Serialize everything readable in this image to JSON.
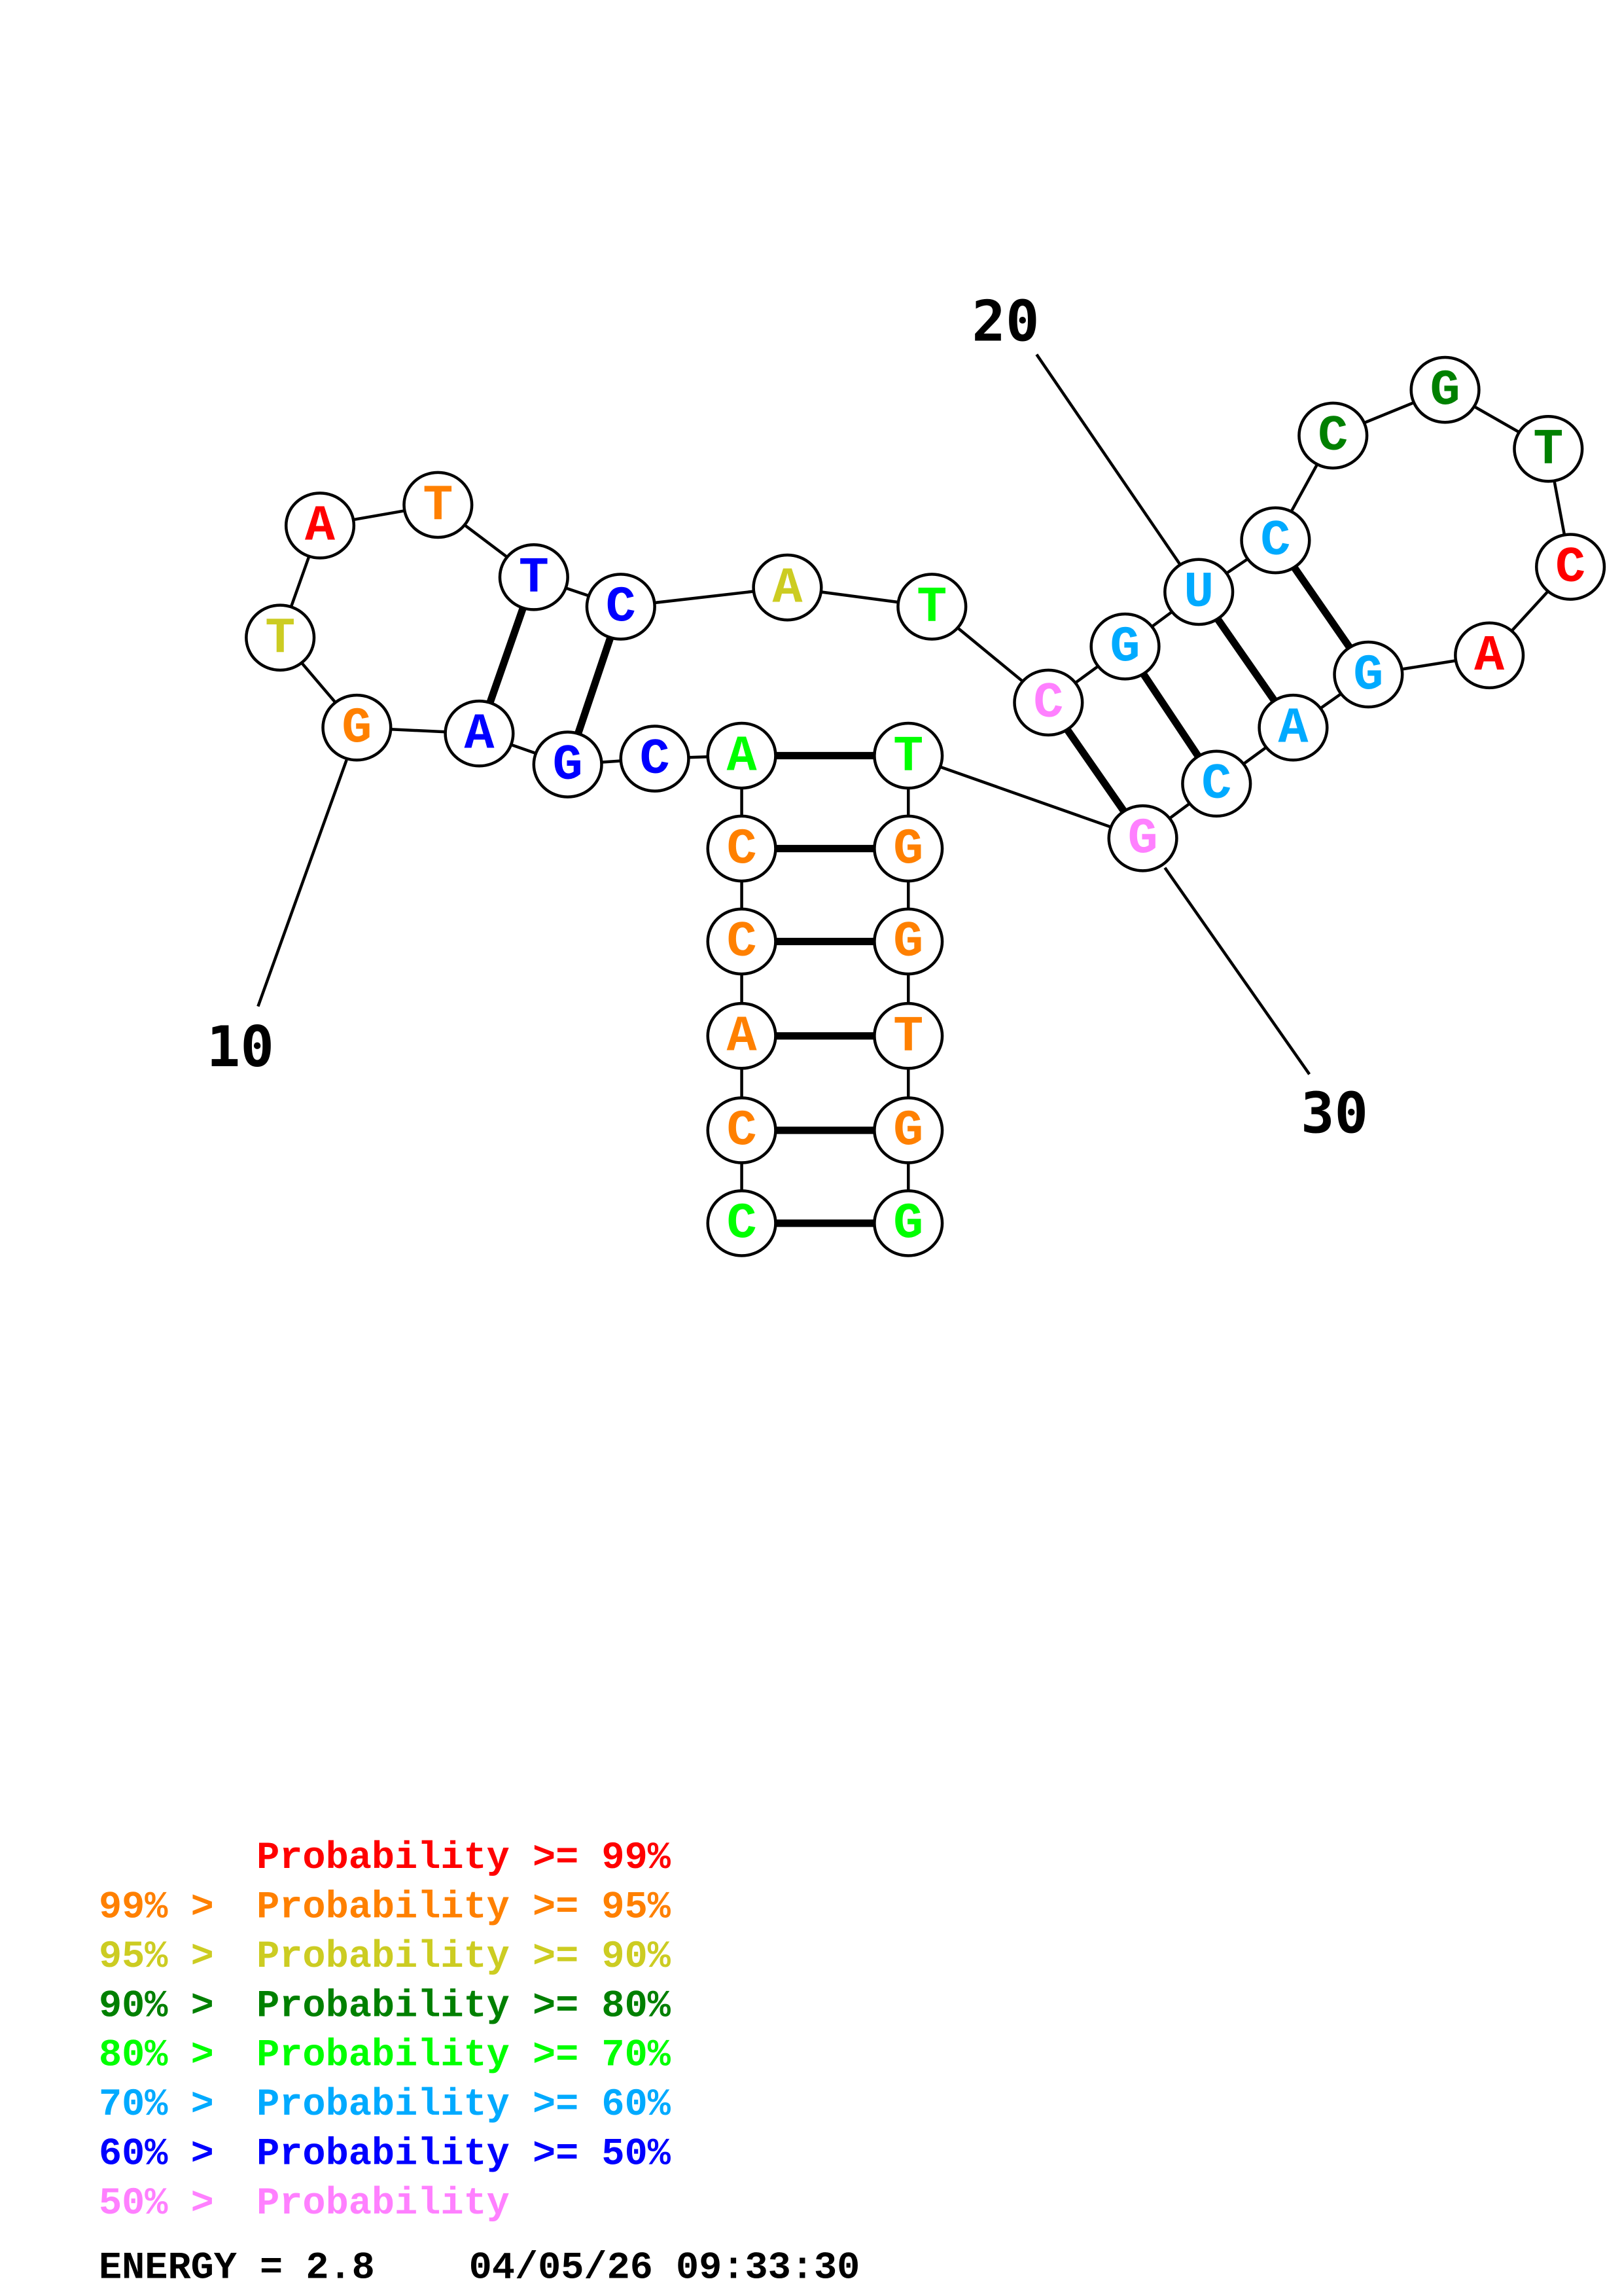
{
  "colors": {
    "p99": "#ff0000",
    "p95": "#ff8000",
    "p90": "#cccc22",
    "p80": "#008000",
    "p70": "#00ff00",
    "p60": "#00aaff",
    "p50": "#0000ff",
    "plow": "#ff80ff"
  },
  "nodes": [
    {
      "base": "G",
      "cls": "p95"
    },
    {
      "base": "T",
      "cls": "p90"
    },
    {
      "base": "A",
      "cls": "p99"
    },
    {
      "base": "T",
      "cls": "p95"
    },
    {
      "base": "T",
      "cls": "p50"
    },
    {
      "base": "C",
      "cls": "p50"
    },
    {
      "base": "A",
      "cls": "p90"
    },
    {
      "base": "T",
      "cls": "p70"
    },
    {
      "base": "C",
      "cls": "plow"
    },
    {
      "base": "G",
      "cls": "p60"
    },
    {
      "base": "U",
      "cls": "p60"
    },
    {
      "base": "C",
      "cls": "p60"
    },
    {
      "base": "C",
      "cls": "p80"
    },
    {
      "base": "G",
      "cls": "p80"
    },
    {
      "base": "T",
      "cls": "p80"
    },
    {
      "base": "C",
      "cls": "p99"
    },
    {
      "base": "A",
      "cls": "p99"
    },
    {
      "base": "G",
      "cls": "p60"
    },
    {
      "base": "A",
      "cls": "p60"
    },
    {
      "base": "C",
      "cls": "p60"
    },
    {
      "base": "G",
      "cls": "plow"
    },
    {
      "base": "A",
      "cls": "p50"
    },
    {
      "base": "G",
      "cls": "p50"
    },
    {
      "base": "C",
      "cls": "p50"
    },
    {
      "base": "A",
      "cls": "p70"
    },
    {
      "base": "C",
      "cls": "p95"
    },
    {
      "base": "C",
      "cls": "p95"
    },
    {
      "base": "A",
      "cls": "p95"
    },
    {
      "base": "C",
      "cls": "p95"
    },
    {
      "base": "C",
      "cls": "p70"
    },
    {
      "base": "T",
      "cls": "p70"
    },
    {
      "base": "G",
      "cls": "p95"
    },
    {
      "base": "G",
      "cls": "p95"
    },
    {
      "base": "T",
      "cls": "p95"
    },
    {
      "base": "G",
      "cls": "p95"
    },
    {
      "base": "G",
      "cls": "p70"
    }
  ],
  "pairs": [
    [
      4,
      21
    ],
    [
      5,
      22
    ],
    [
      24,
      30
    ],
    [
      25,
      31
    ],
    [
      26,
      32
    ],
    [
      27,
      33
    ],
    [
      28,
      34
    ],
    [
      29,
      35
    ],
    [
      8,
      20
    ],
    [
      9,
      19
    ],
    [
      10,
      18
    ],
    [
      11,
      17
    ]
  ],
  "position_labels": [
    "10",
    "20",
    "30"
  ],
  "legend": [
    {
      "prefix": "",
      "text": "Probability >= 99%",
      "cls": "p99"
    },
    {
      "prefix": "99% > ",
      "text": "Probability >= 95%",
      "cls": "p95"
    },
    {
      "prefix": "95% > ",
      "text": "Probability >= 90%",
      "cls": "p90"
    },
    {
      "prefix": "90% > ",
      "text": "Probability >= 80%",
      "cls": "p80"
    },
    {
      "prefix": "80% > ",
      "text": "Probability >= 70%",
      "cls": "p70"
    },
    {
      "prefix": "70% > ",
      "text": "Probability >= 60%",
      "cls": "p60"
    },
    {
      "prefix": "60% > ",
      "text": "Probability >= 50%",
      "cls": "p50"
    },
    {
      "prefix": "50% > ",
      "text": "Probability",
      "cls": "plow"
    }
  ],
  "footer": {
    "energy": "ENERGY = 2.8",
    "timestamp": "04/05/26 09:33:30"
  }
}
